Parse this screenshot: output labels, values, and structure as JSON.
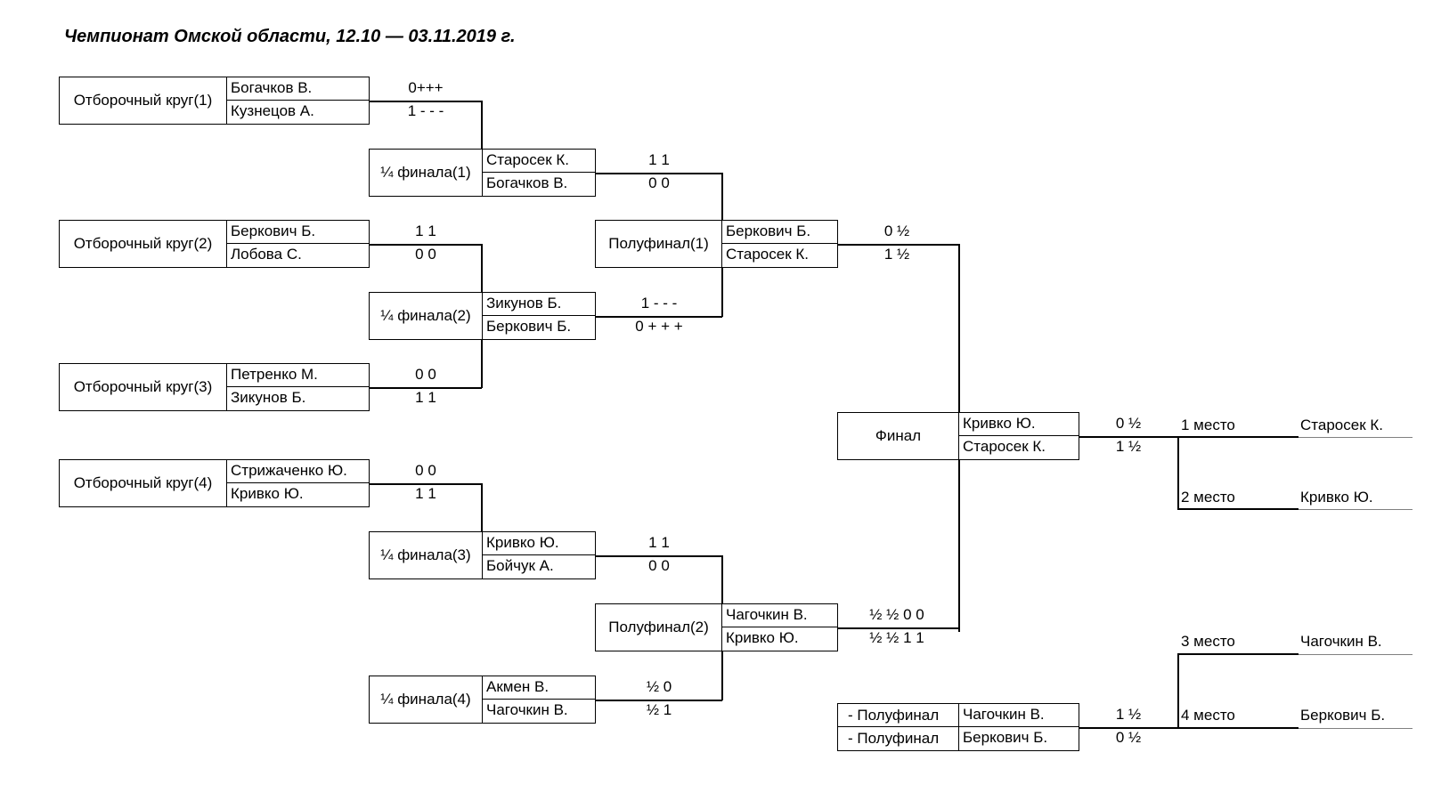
{
  "title": "Чемпионат Омской области, 12.10 — 03.11.2019 г.",
  "qualifying": [
    {
      "label": "Отборочный круг(1)",
      "p1": "Богачков В.",
      "p2": "Кузнецов А.",
      "s1": "0+++",
      "s2": "1 - - -"
    },
    {
      "label": "Отборочный круг(2)",
      "p1": "Беркович Б.",
      "p2": "Лобова С.",
      "s1": "1 1",
      "s2": "0 0"
    },
    {
      "label": "Отборочный круг(3)",
      "p1": "Петренко М.",
      "p2": "Зикунов Б.",
      "s1": "0 0",
      "s2": "1 1"
    },
    {
      "label": "Отборочный круг(4)",
      "p1": "Стрижаченко Ю.",
      "p2": "Кривко Ю.",
      "s1": "0 0",
      "s2": "1 1"
    }
  ],
  "quarterfinals": [
    {
      "label": "¼ финала(1)",
      "p1": "Старосек К.",
      "p2": "Богачков В.",
      "s1": "1 1",
      "s2": "0 0"
    },
    {
      "label": "¼ финала(2)",
      "p1": "Зикунов Б.",
      "p2": "Беркович Б.",
      "s1": "1 - - -",
      "s2": "0 + + +"
    },
    {
      "label": "¼ финала(3)",
      "p1": "Кривко Ю.",
      "p2": "Бойчук А.",
      "s1": "1 1",
      "s2": "0 0"
    },
    {
      "label": "¼ финала(4)",
      "p1": "Акмен В.",
      "p2": "Чагочкин В.",
      "s1": "½ 0",
      "s2": "½ 1"
    }
  ],
  "semifinals": [
    {
      "label": "Полуфинал(1)",
      "p1": "Беркович Б.",
      "p2": "Старосек К.",
      "s1": "0 ½",
      "s2": "1 ½"
    },
    {
      "label": "Полуфинал(2)",
      "p1": "Чагочкин В.",
      "p2": "Кривко Ю.",
      "s1": "½ ½ 0 0",
      "s2": "½ ½ 1 1"
    }
  ],
  "final": {
    "label": "Финал",
    "p1": "Кривко Ю.",
    "p2": "Старосек К.",
    "s1": "0 ½",
    "s2": "1 ½"
  },
  "third_place": {
    "label1": "- Полуфинал",
    "label2": "- Полуфинал",
    "p1": "Чагочкин В.",
    "p2": "Беркович Б.",
    "s1": "1 ½",
    "s2": "0 ½"
  },
  "places": [
    {
      "label": "1 место",
      "name": "Старосек К."
    },
    {
      "label": "2 место",
      "name": "Кривко Ю."
    },
    {
      "label": "3 место",
      "name": "Чагочкин В."
    },
    {
      "label": "4 место",
      "name": "Беркович Б."
    }
  ]
}
